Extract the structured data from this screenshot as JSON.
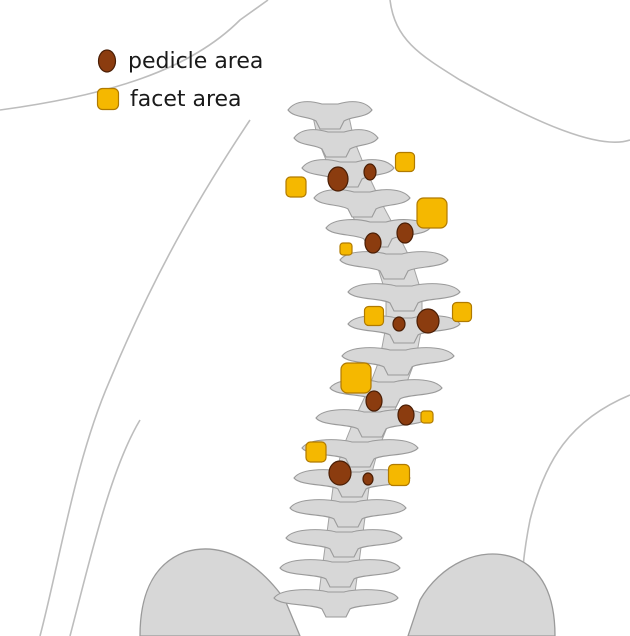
{
  "legend": {
    "items": [
      {
        "label": "pedicle area",
        "marker": "brown-oval",
        "color": "#8b3c0f"
      },
      {
        "label": "facet area",
        "marker": "yellow-square",
        "color": "#f5b800"
      }
    ]
  },
  "colors": {
    "outline": "#bdbdbd",
    "bone_fill": "#d7d7d7",
    "bone_stroke": "#9a9a9a",
    "pedicle_fill": "#8b3c0f",
    "pedicle_stroke": "#4a1e05",
    "facet_fill": "#f5b800",
    "facet_stroke": "#b07a00"
  }
}
